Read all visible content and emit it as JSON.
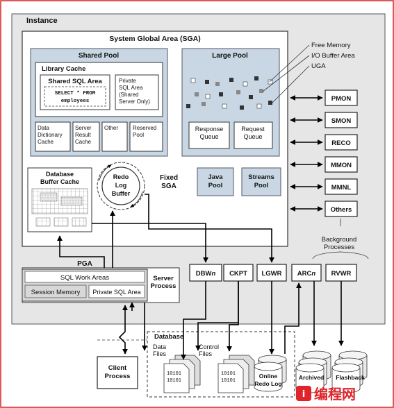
{
  "instance": {
    "title": "Instance",
    "sga": {
      "title": "System Global Area (SGA)",
      "shared_pool": {
        "title": "Shared Pool",
        "library_cache": {
          "title": "Library Cache",
          "shared_sql_area": {
            "title": "Shared SQL Area",
            "sql_line1": "SELECT * FROM",
            "sql_line2": "employees"
          },
          "private_sql_area": [
            "Private",
            "SQL Area",
            "(Shared",
            "Server Only)"
          ]
        },
        "sub_boxes": [
          {
            "lines": [
              "Data",
              "Dictionary",
              "Cache"
            ]
          },
          {
            "lines": [
              "Server",
              "Result",
              "Cache"
            ]
          },
          {
            "lines": [
              "Other"
            ]
          },
          {
            "lines": [
              "Reserved",
              "Pool"
            ]
          }
        ]
      },
      "large_pool": {
        "title": "Large Pool",
        "response_queue": [
          "Response",
          "Queue"
        ],
        "request_queue": [
          "Request",
          "Queue"
        ]
      },
      "legend": [
        "Free Memory",
        "I/O Buffer Area",
        "UGA"
      ],
      "database_buffer_cache": [
        "Database",
        "Buffer Cache"
      ],
      "redo_log_buffer": [
        "Redo",
        "Log",
        "Buffer"
      ],
      "fixed_sga": [
        "Fixed",
        "SGA"
      ],
      "java_pool": [
        "Java",
        "Pool"
      ],
      "streams_pool": [
        "Streams",
        "Pool"
      ]
    },
    "background_processes": [
      "PMON",
      "SMON",
      "RECO",
      "MMON",
      "MMNL",
      "Others"
    ],
    "background_label": [
      "Background",
      "Processes"
    ],
    "pga": {
      "title": "PGA",
      "sql_work_areas": "SQL Work Areas",
      "session_memory": "Session Memory",
      "private_sql_area": "Private SQL Area"
    },
    "server_process": [
      "Server",
      "Process"
    ],
    "processes": [
      {
        "name": "DBW",
        "suffix": "n"
      },
      {
        "name": "CKPT",
        "suffix": ""
      },
      {
        "name": "LGWR",
        "suffix": ""
      },
      {
        "name": "ARC",
        "suffix": "n"
      },
      {
        "name": "RVWR",
        "suffix": ""
      }
    ]
  },
  "client_process": [
    "Client",
    "Process"
  ],
  "database": {
    "title": "Database",
    "data_files": [
      "Data",
      "Files"
    ],
    "control_files": [
      "Control",
      "Files"
    ],
    "file_text": [
      "10101",
      "10101"
    ],
    "online_redo_log": [
      "Online",
      "Redo Log"
    ],
    "archived": "Archived",
    "flashback": "Flashback"
  },
  "watermark": "编程网",
  "colors": {
    "frame": "#d42020",
    "pool_fill": "#c8d7e3",
    "accent": "#1e5e9c",
    "watermark": "#e0242a"
  }
}
